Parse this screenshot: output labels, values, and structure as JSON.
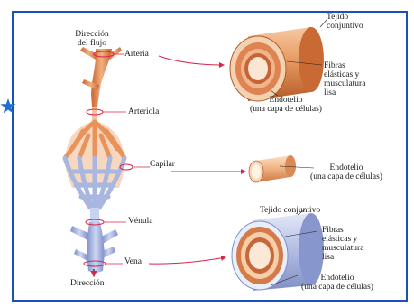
{
  "labels": {
    "flow_direction": [
      "Dirección",
      "del flujo"
    ],
    "artery": "Arteria",
    "arteriole": "Arteriola",
    "capillary": "Capilar",
    "venule": "Vénula",
    "vein": "Vena",
    "direction_bottom": "Dirección",
    "artery_connective": [
      "Tejido",
      "conjuntivo"
    ],
    "artery_fibers": [
      "Fibras",
      "elásticas y",
      "musculatura",
      "lisa"
    ],
    "artery_endothelium": [
      "Endotelio",
      "(una capa de células)"
    ],
    "capillary_endothelium": [
      "Endotelio",
      "(una capa de células)"
    ],
    "vein_connective": "Tejido conjuntivo",
    "vein_fibers": [
      "Fibras",
      "elásticas y",
      "musculatura",
      "lisa"
    ],
    "vein_endothelium": [
      "Endotelio",
      "(una capa de células)"
    ]
  },
  "colors": {
    "frame": "#1d4fb8",
    "artery": "#e8935a",
    "vein": "#a9b6e0",
    "arrow": "#d8254c",
    "star": "#1e6fd6"
  }
}
